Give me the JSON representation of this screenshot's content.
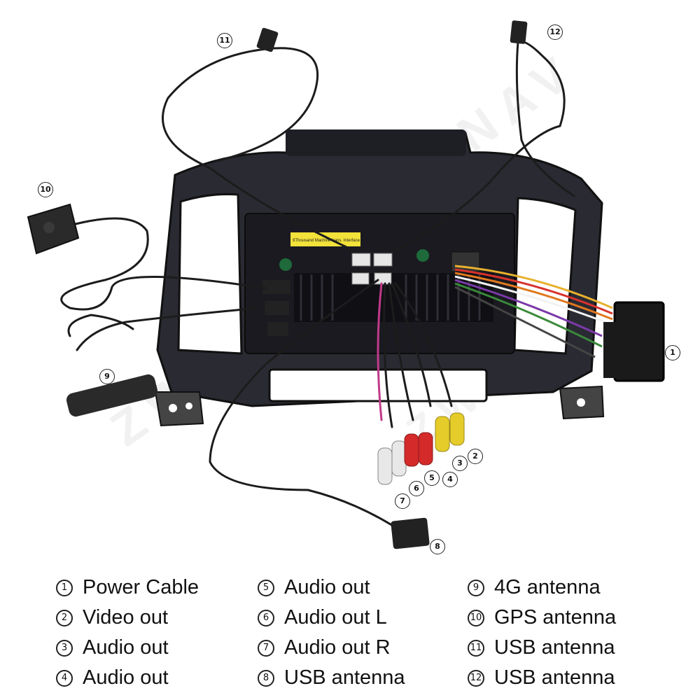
{
  "watermark": "ZWNAV",
  "callouts": [
    "1",
    "2",
    "3",
    "4",
    "5",
    "6",
    "7",
    "8",
    "9",
    "10",
    "11",
    "12"
  ],
  "legend": {
    "col1": [
      {
        "num": "1",
        "label": "Power Cable"
      },
      {
        "num": "2",
        "label": "Video out"
      },
      {
        "num": "3",
        "label": "Audio out"
      },
      {
        "num": "4",
        "label": "Audio out"
      }
    ],
    "col2": [
      {
        "num": "5",
        "label": "Audio out"
      },
      {
        "num": "6",
        "label": "Audio out L"
      },
      {
        "num": "7",
        "label": "Audio out R"
      },
      {
        "num": "8",
        "label": "USB antenna"
      }
    ],
    "col3": [
      {
        "num": "9",
        "label": "4G antenna"
      },
      {
        "num": "10",
        "label": "GPS antenna"
      },
      {
        "num": "11",
        "label": "USB antenna"
      },
      {
        "num": "12",
        "label": "USB antenna"
      }
    ]
  },
  "sticker_text": "9Thousand Machine trans. Interface",
  "colors": {
    "frame": "#2a2a33",
    "cable": "#1c1c1c",
    "rca_red": "#d42a2a",
    "rca_yellow": "#e6cc2a",
    "rca_white": "#e8e8e8",
    "sticker": "#f2e23a"
  }
}
